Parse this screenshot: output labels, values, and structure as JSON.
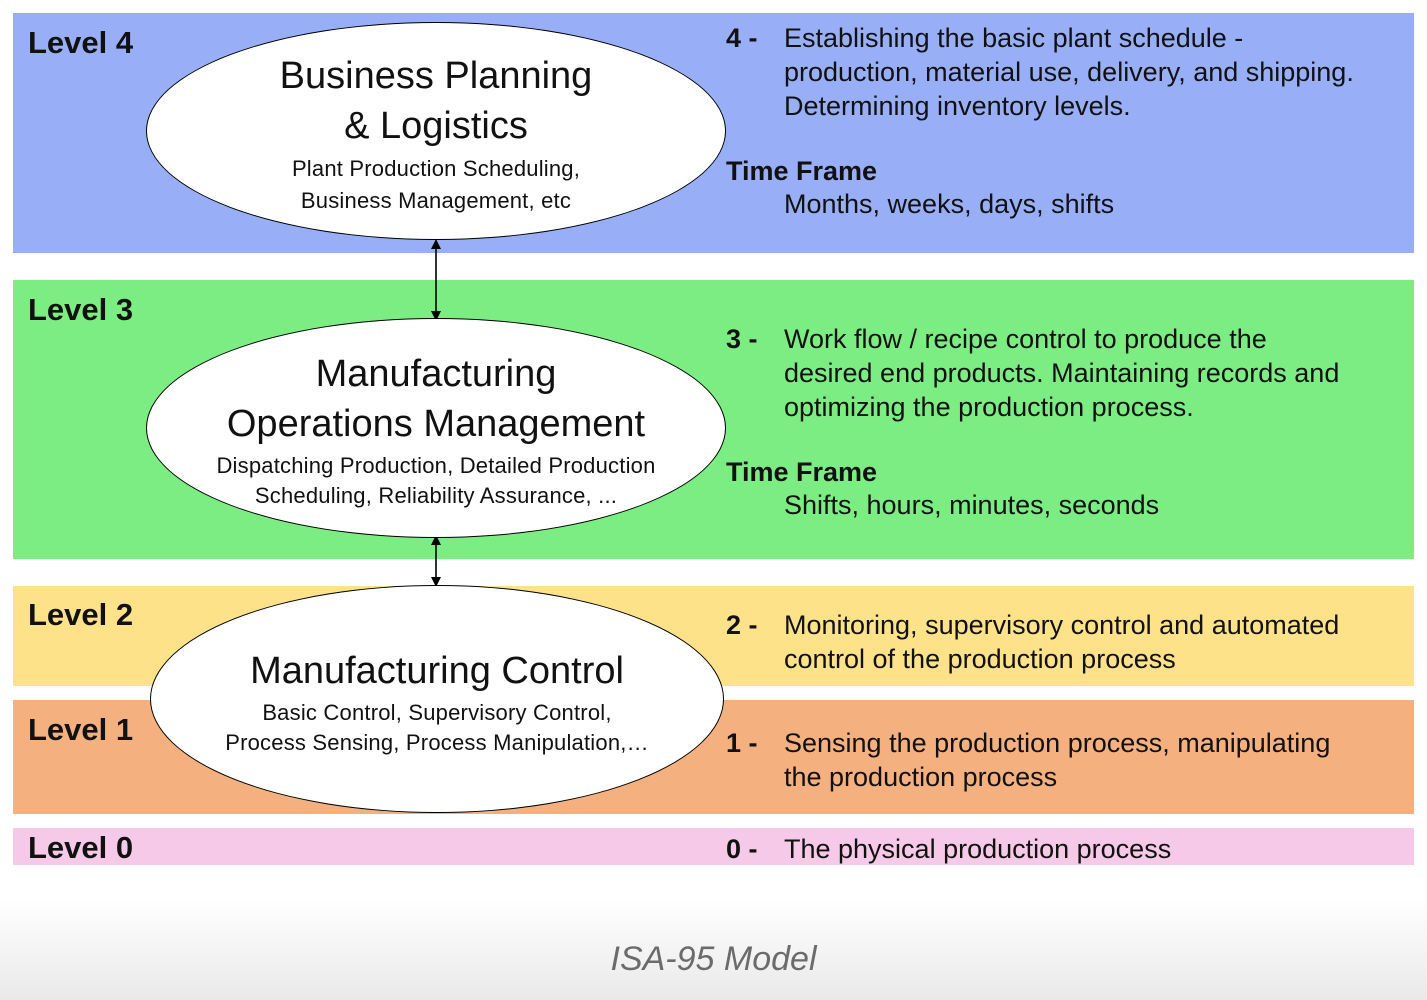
{
  "colors": {
    "level4": "#98aff8",
    "level3": "#7ced82",
    "level2": "#fde28a",
    "level1": "#f5b07f",
    "level0": "#f5c9e7"
  },
  "levels": {
    "l4": "Level 4",
    "l3": "Level 3",
    "l2": "Level 2",
    "l1": "Level 1",
    "l0": "Level 0"
  },
  "ellipses": {
    "business": {
      "title_line1": "Business Planning",
      "title_line2": "& Logistics",
      "sub_line1": "Plant Production Scheduling,",
      "sub_line2": "Business Management, etc"
    },
    "operations": {
      "title_line1": "Manufacturing",
      "title_line2": "Operations Management",
      "sub_line1": "Dispatching Production, Detailed Production",
      "sub_line2": "Scheduling, Reliability Assurance, ..."
    },
    "control": {
      "title_line1": "Manufacturing Control",
      "sub_line1": "Basic Control, Supervisory Control,",
      "sub_line2": "Process Sensing, Process Manipulation,…"
    }
  },
  "descriptions": {
    "d4": {
      "num": "4 -",
      "line1": "Establishing the basic plant schedule -",
      "line2": "production, material use, delivery, and shipping.",
      "line3": "Determining inventory levels.",
      "timeframe_label": "Time Frame",
      "timeframe_value": "Months, weeks, days, shifts"
    },
    "d3": {
      "num": "3 -",
      "line1": "Work flow / recipe control to produce the",
      "line2": "desired end products. Maintaining records and",
      "line3": "optimizing the production process.",
      "timeframe_label": "Time Frame",
      "timeframe_value": "Shifts, hours, minutes, seconds"
    },
    "d2": {
      "num": "2 -",
      "line1": "Monitoring, supervisory control and automated",
      "line2": "control of the production process"
    },
    "d1": {
      "num": "1 -",
      "line1": "Sensing the production process, manipulating",
      "line2": "the production process"
    },
    "d0": {
      "num": "0 -",
      "line1": "The physical production process"
    }
  },
  "caption": "ISA-95 Model"
}
